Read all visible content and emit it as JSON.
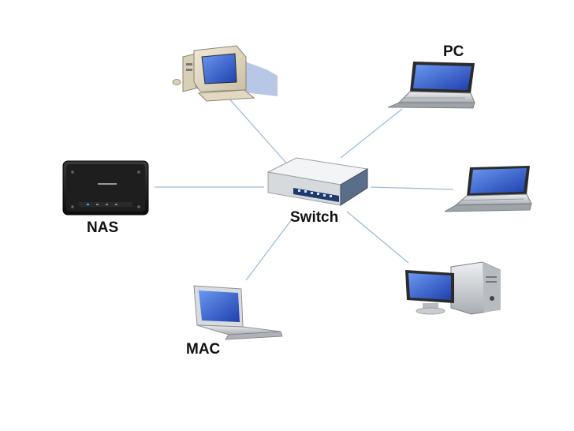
{
  "diagram": {
    "hub": {
      "label": "Switch",
      "icon": "network-switch-icon"
    },
    "nodes": [
      {
        "id": "crt-pc",
        "label": "",
        "icon": "crt-desktop-computer-icon"
      },
      {
        "id": "pc",
        "label": "PC",
        "icon": "laptop-icon"
      },
      {
        "id": "nas",
        "label": "NAS",
        "icon": "nas-storage-icon"
      },
      {
        "id": "laptop-right",
        "label": "",
        "icon": "laptop-icon"
      },
      {
        "id": "mac",
        "label": "MAC",
        "icon": "laptop-icon"
      },
      {
        "id": "desktop-right",
        "label": "",
        "icon": "lcd-desktop-computer-icon"
      }
    ],
    "colors": {
      "link": "#9cbcd8",
      "screen": "#2a55c8",
      "screen_light": "#5a8ae8",
      "body_silver": "#c9ccd0",
      "body_dark": "#1a1a1a",
      "label": "#111111"
    }
  }
}
